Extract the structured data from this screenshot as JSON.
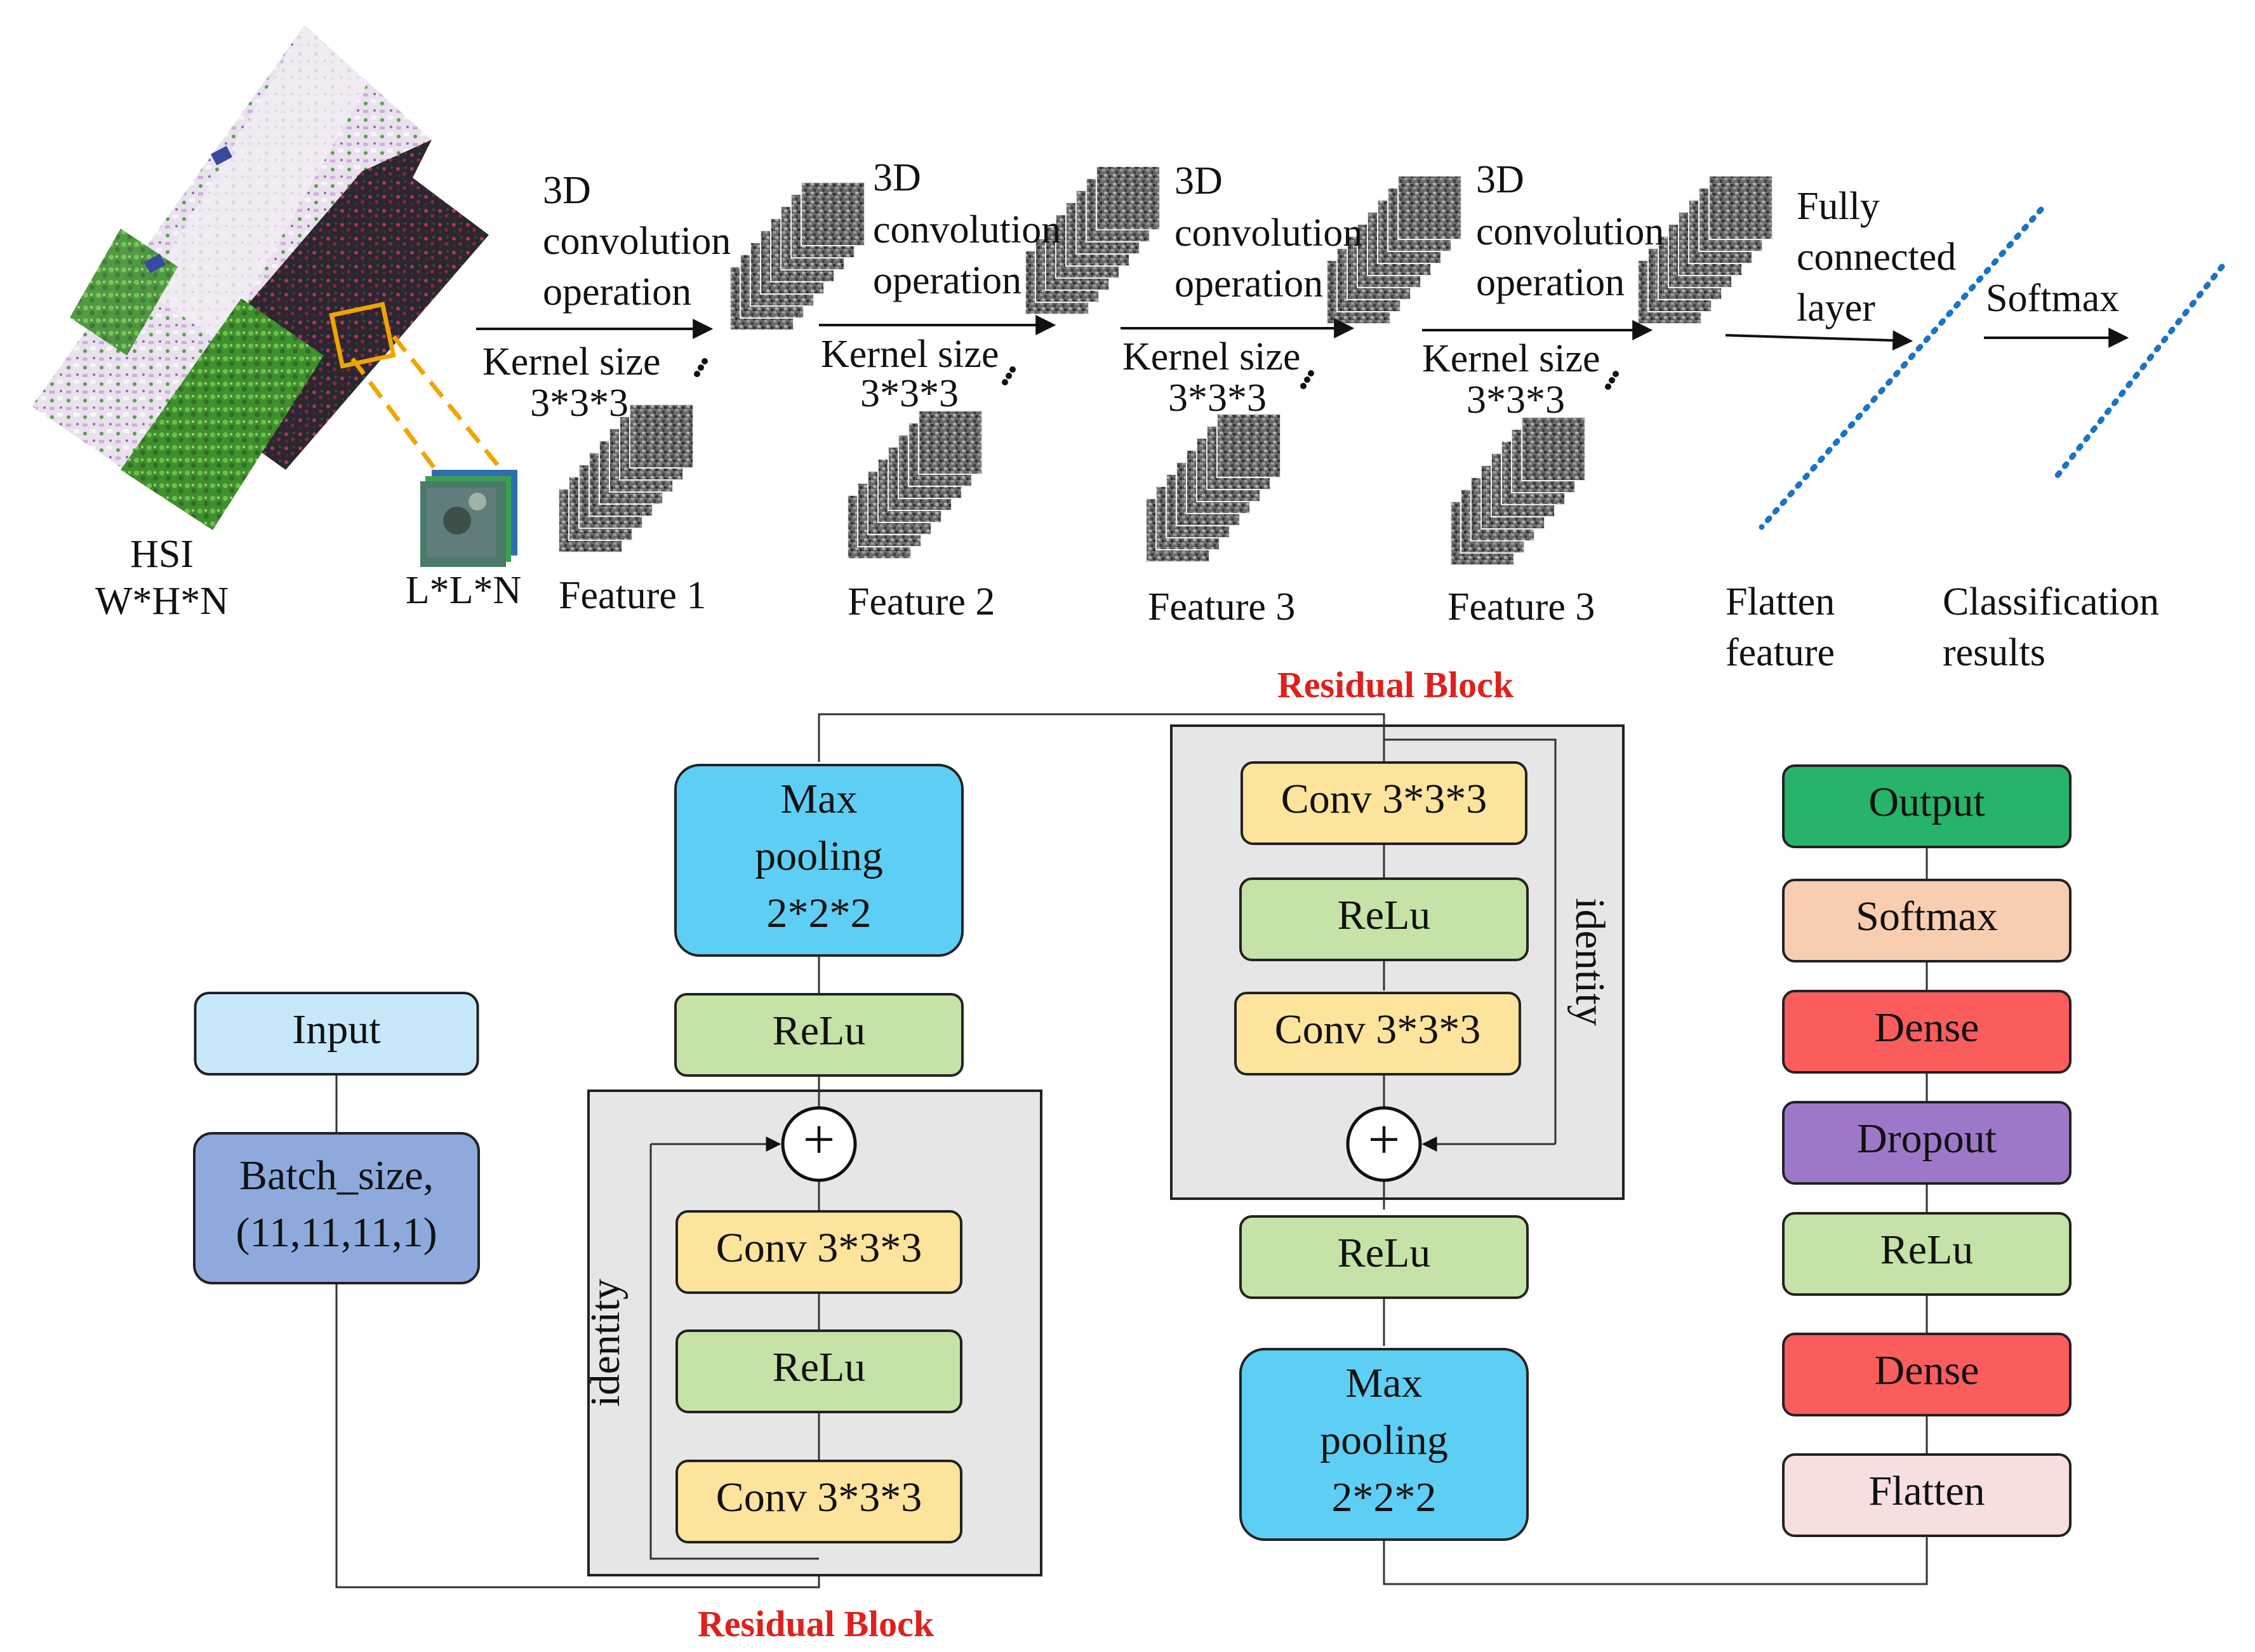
{
  "colors": {
    "input": "#c7e8f8",
    "batch": "#8eaadc",
    "maxpool": "#5ecff4",
    "relu": "#c5e2a7",
    "conv": "#fde49c",
    "output": "#27b36a",
    "softmax": "#f8cdb0",
    "dense": "#fb5c5c",
    "dropout": "#9e78c8",
    "flatten": "#f7dfe0",
    "residual_bg": "#e6e6e6",
    "highlight": "#f0a500",
    "dotted": "#1a73c4",
    "residual_label": "#e0201c"
  },
  "top": {
    "hsi_label": "HSI",
    "hsi_dims": "W*H*N",
    "patch_dims": "L*L*N",
    "conv_stages": [
      {
        "line1": "3D",
        "line2": "convolution",
        "line3": "operation",
        "kernel": "Kernel size",
        "kernel_dims": "3*3*3",
        "feature": "Feature 1"
      },
      {
        "line1": "3D",
        "line2": "convolution",
        "line3": "operation",
        "kernel": "Kernel size",
        "kernel_dims": "3*3*3",
        "feature": "Feature 2"
      },
      {
        "line1": "3D",
        "line2": "convolution",
        "line3": "operation",
        "kernel": "Kernel size",
        "kernel_dims": "3*3*3",
        "feature": "Feature 3"
      },
      {
        "line1": "3D",
        "line2": "convolution",
        "line3": "operation",
        "kernel": "Kernel size",
        "kernel_dims": "3*3*3",
        "feature": "Feature 3"
      }
    ],
    "fc": {
      "line1": "Fully",
      "line2": "connected",
      "line3": "layer"
    },
    "softmax": "Softmax",
    "flatten_feature": {
      "line1": "Flatten",
      "line2": "feature"
    },
    "classification": {
      "line1": "Classification",
      "line2": "results"
    }
  },
  "bottom": {
    "input": "Input",
    "batch": {
      "line1": "Batch_size,",
      "line2": "(11,11,11,1)"
    },
    "residual_label_top": "Residual Block",
    "residual_label_bottom": "Residual Block",
    "identity": "identity",
    "plus": "+",
    "block1": {
      "maxpool": {
        "line1": "Max",
        "line2": "pooling",
        "line3": "2*2*2"
      },
      "relu_top": "ReLu",
      "conv_a": "Conv 3*3*3",
      "relu_mid": "ReLu",
      "conv_b": "Conv 3*3*3"
    },
    "block2": {
      "conv_a": "Conv 3*3*3",
      "relu_mid": "ReLu",
      "conv_b": "Conv 3*3*3",
      "relu_bottom": "ReLu",
      "maxpool": {
        "line1": "Max",
        "line2": "pooling",
        "line3": "2*2*2"
      }
    },
    "head": {
      "output": "Output",
      "softmax": "Softmax",
      "dense_top": "Dense",
      "dropout": "Dropout",
      "relu": "ReLu",
      "dense_bottom": "Dense",
      "flatten": "Flatten"
    }
  }
}
